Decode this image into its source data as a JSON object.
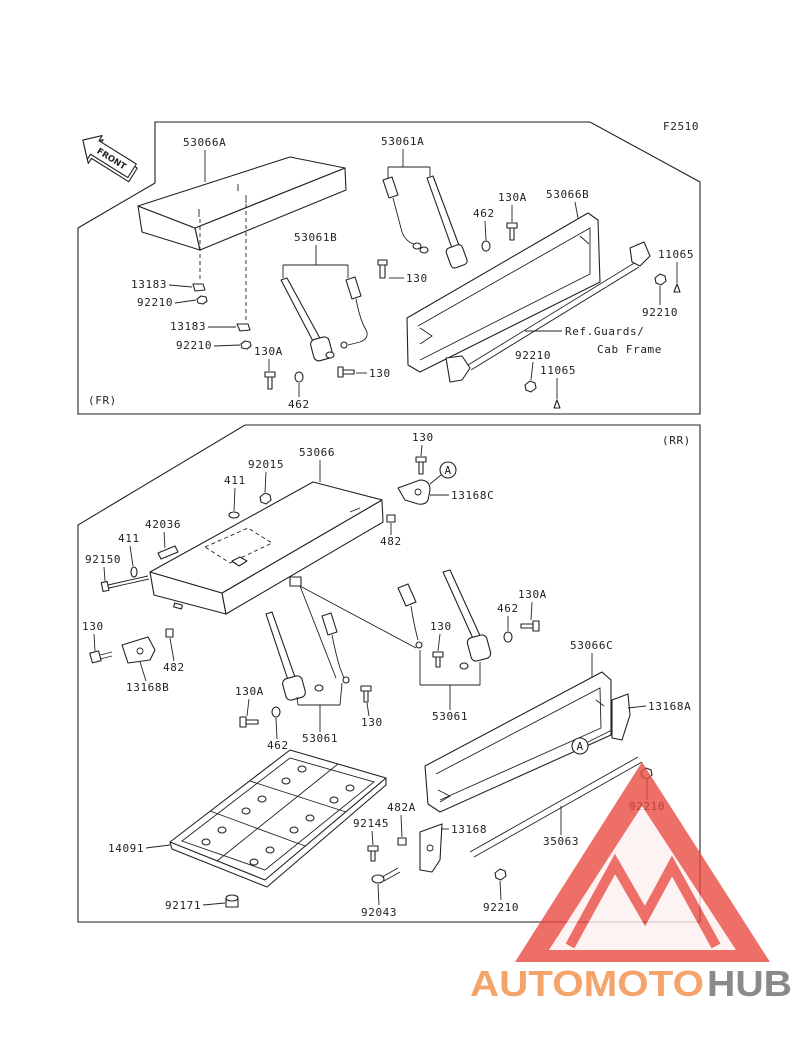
{
  "figure_code": "F2510",
  "front_arrow_label": "FRONT",
  "upper": {
    "section_label": "(FR)",
    "ref_note_line1": "Ref.Guards/",
    "ref_note_line2": "Cab Frame",
    "parts": [
      "53066A",
      "53061A",
      "130A",
      "462",
      "53066B",
      "11065",
      "53061B",
      "130",
      "13183",
      "92210",
      "13183",
      "92210",
      "130A",
      "130",
      "462",
      "92210",
      "92210",
      "11065"
    ]
  },
  "lower": {
    "section_label": "(RR)",
    "callout": "A",
    "parts": [
      "130",
      "53066",
      "92015",
      "411",
      "13168C",
      "42036",
      "411",
      "482",
      "92150",
      "130",
      "130A",
      "462",
      "130",
      "53066C",
      "482",
      "13168B",
      "130A",
      "53061",
      "13168A",
      "462",
      "53061",
      "130",
      "92210",
      "482A",
      "92145",
      "13168",
      "35063",
      "14091",
      "92171",
      "92043",
      "92210"
    ]
  },
  "watermark": {
    "part1": "AUTOMOTO",
    "part2": "HUB",
    "color1": "#f4a36b",
    "color2": "#8a8a8a",
    "logo_color": "#e8473d"
  },
  "colors": {
    "line": "#222222",
    "background": "#ffffff"
  }
}
